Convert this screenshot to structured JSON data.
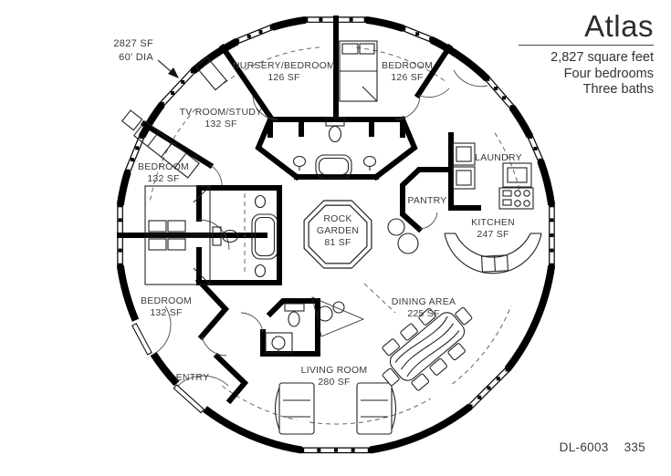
{
  "callout": {
    "line1": "2827 SF",
    "line2": "60' DIA"
  },
  "title_block": {
    "title": "Atlas",
    "specs": [
      "2,827 square feet",
      "Four bedrooms",
      "Three baths"
    ]
  },
  "footer": {
    "model": "DL-6003",
    "page": "335"
  },
  "rooms": {
    "nursery": {
      "name": "NURSERY/BEDROOM",
      "area": "126 SF"
    },
    "bedroom_ne": {
      "name": "BEDROOM",
      "area": "126 SF"
    },
    "tv_room": {
      "name": "TV ROOM/STUDY",
      "area": "132 SF"
    },
    "bedroom_w": {
      "name": "BEDROOM",
      "area": "132 SF"
    },
    "bedroom_sw": {
      "name": "BEDROOM",
      "area": "132 SF"
    },
    "laundry": {
      "name": "LAUNDRY"
    },
    "pantry": {
      "name": "PANTRY"
    },
    "kitchen": {
      "name": "KITCHEN",
      "area": "247 SF"
    },
    "rock_garden": {
      "name": "ROCK GARDEN",
      "area": "81 SF"
    },
    "dining": {
      "name": "DINING AREA",
      "area": "225 SF"
    },
    "living": {
      "name": "LIVING ROOM",
      "area": "280 SF"
    },
    "entry": {
      "name": "ENTRY"
    }
  },
  "colors": {
    "ink": "#000000",
    "label": "#3a3a3a",
    "background": "#ffffff"
  }
}
